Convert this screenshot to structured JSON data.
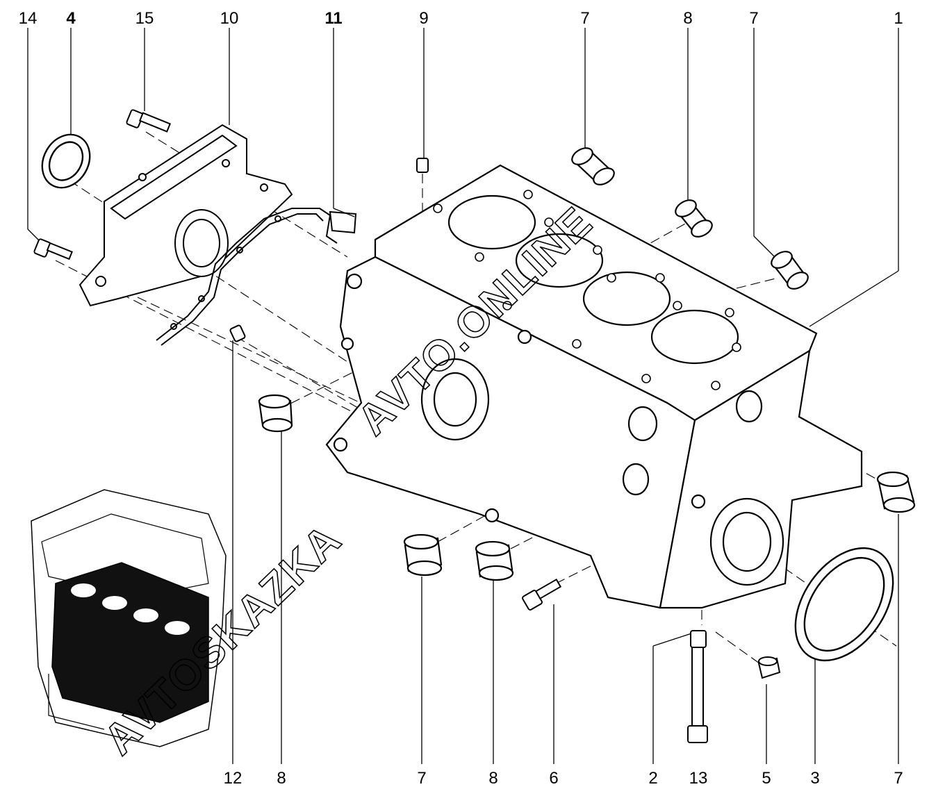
{
  "diagram": {
    "callouts_top": [
      {
        "id": "c14",
        "label": "14",
        "bold": false
      },
      {
        "id": "c4",
        "label": "4",
        "bold": true
      },
      {
        "id": "c15",
        "label": "15",
        "bold": false
      },
      {
        "id": "c10",
        "label": "10",
        "bold": false
      },
      {
        "id": "c11",
        "label": "11",
        "bold": true
      },
      {
        "id": "c9",
        "label": "9",
        "bold": false
      },
      {
        "id": "c7a",
        "label": "7",
        "bold": false
      },
      {
        "id": "c8a",
        "label": "8",
        "bold": false
      },
      {
        "id": "c7b",
        "label": "7",
        "bold": false
      },
      {
        "id": "c1",
        "label": "1",
        "bold": false
      }
    ],
    "callouts_bottom": [
      {
        "id": "c12",
        "label": "12"
      },
      {
        "id": "c8b",
        "label": "8"
      },
      {
        "id": "c7c",
        "label": "7"
      },
      {
        "id": "c8c",
        "label": "8"
      },
      {
        "id": "c6",
        "label": "6"
      },
      {
        "id": "c2",
        "label": "2"
      },
      {
        "id": "c13",
        "label": "13"
      },
      {
        "id": "c5",
        "label": "5"
      },
      {
        "id": "c3",
        "label": "3"
      },
      {
        "id": "c7d",
        "label": "7"
      }
    ],
    "watermark_left": "AVTOSKAZKA",
    "watermark_right": "AVTO.ONLINE",
    "colors": {
      "ink": "#000000",
      "paper": "#ffffff"
    }
  }
}
